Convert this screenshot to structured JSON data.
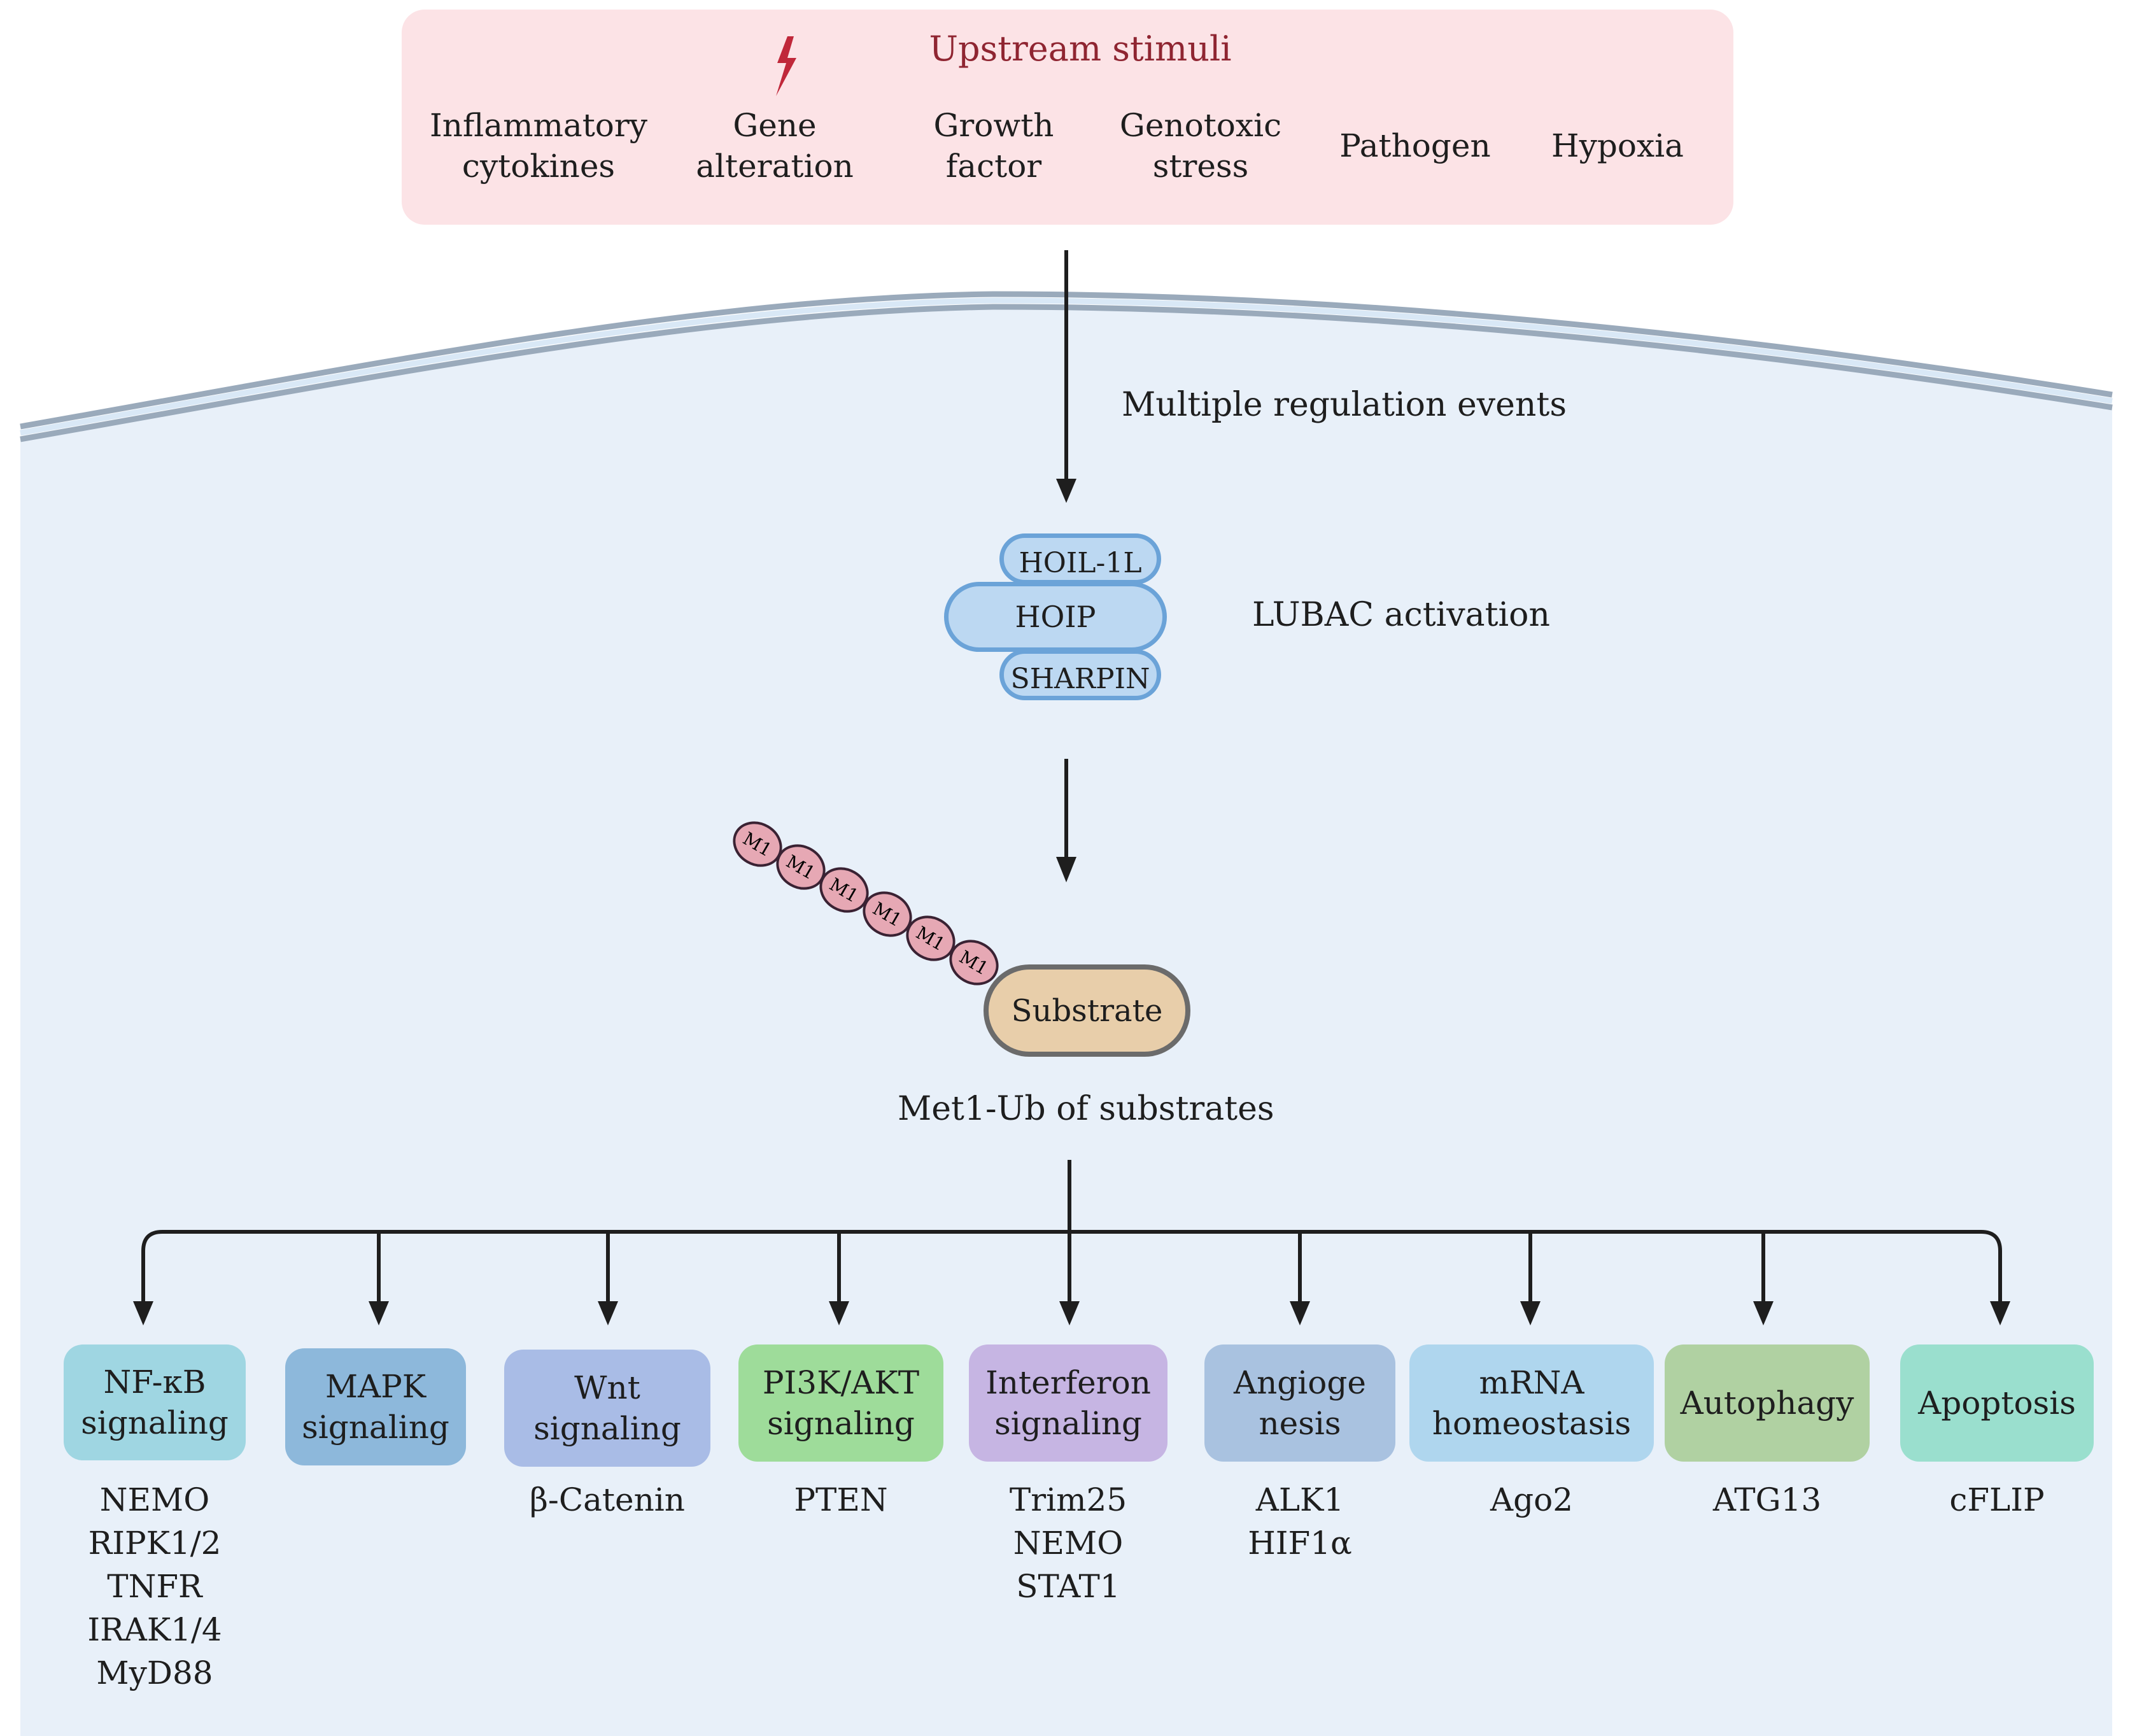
{
  "upstream": {
    "title": "Upstream stimuli",
    "stimuli": [
      "Inflammatory\ncytokines",
      "Gene\nalteration",
      "Growth\nfactor",
      "Genotoxic\nstress",
      "Pathogen",
      "Hypoxia"
    ]
  },
  "regulation_label": "Multiple regulation events",
  "lubac": {
    "subunits": [
      "HOIL-1L",
      "HOIP",
      "SHARPIN"
    ],
    "label": "LUBAC activation"
  },
  "ubiquitin": {
    "chain_label": "M1",
    "substrate": "Substrate",
    "caption": "Met1-Ub of substrates"
  },
  "pathways": [
    {
      "name": "NF-κB\nsignaling",
      "targets": [
        "NEMO",
        "RIPK1/2",
        "TNFR",
        "IRAK1/4",
        "MyD88"
      ]
    },
    {
      "name": "MAPK\nsignaling",
      "targets": []
    },
    {
      "name": "Wnt\nsignaling",
      "targets": [
        "β-Catenin"
      ]
    },
    {
      "name": "PI3K/AKT\nsignaling",
      "targets": [
        "PTEN"
      ]
    },
    {
      "name": "Interferon\nsignaling",
      "targets": [
        "Trim25",
        "NEMO",
        "STAT1"
      ]
    },
    {
      "name": "Angioge\nnesis",
      "targets": [
        "ALK1",
        "HIF1α"
      ]
    },
    {
      "name": "mRNA\nhomeostasis",
      "targets": [
        "Ago2"
      ]
    },
    {
      "name": "Autophagy",
      "targets": [
        "ATG13"
      ]
    },
    {
      "name": "Apoptosis",
      "targets": [
        "cFLIP"
      ]
    }
  ],
  "colors": {
    "stimuli_panel": "#fce3e6",
    "stimuli_title": "#8f2531",
    "cell_fill": "#e8f0f9",
    "membrane": "#9aaabb",
    "lubac_fill": "#bcd8f2",
    "lubac_stroke": "#6ba3d8",
    "ubiquitin_fill": "#e6a8b4",
    "substrate_fill": "#e8ceaa",
    "substrate_stroke": "#6b6b6b",
    "pathway_colors": [
      "#9fd6e2",
      "#8db8db",
      "#a9bce6",
      "#9edc9a",
      "#c6b5e3",
      "#a9c2e0",
      "#afd6ee",
      "#b0d1a2",
      "#9adfce"
    ]
  }
}
